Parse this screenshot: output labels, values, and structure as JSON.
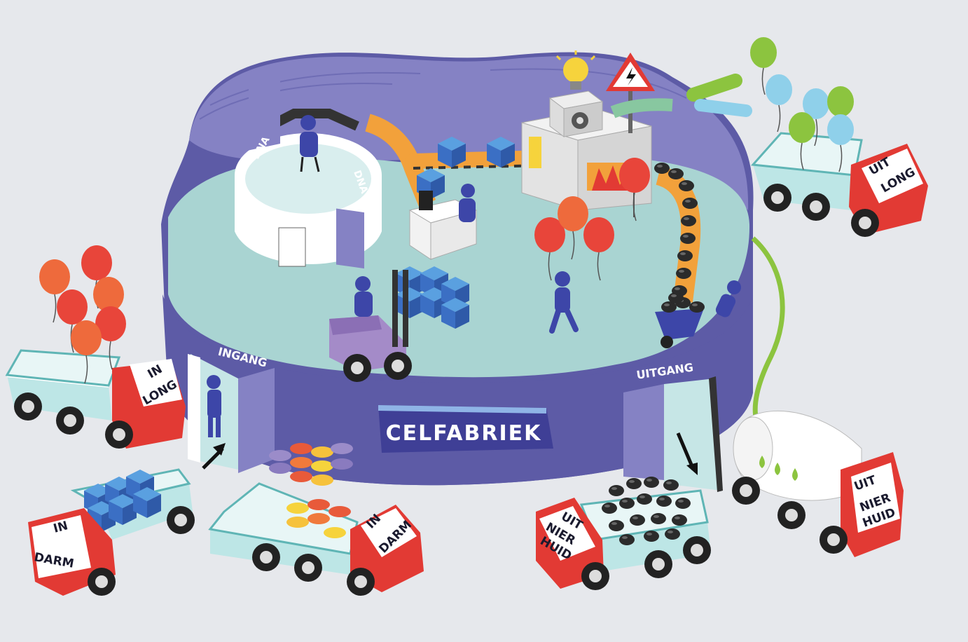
{
  "factory": {
    "name": "CELFABRIEK",
    "entrance_label": "INGANG",
    "exit_label": "UITGANG",
    "dna_label_left": "DNA",
    "dna_label_right": "DNA"
  },
  "trucks": [
    {
      "id": "in-long",
      "line1": "IN",
      "line2": "LONG",
      "cargo": "red balloons"
    },
    {
      "id": "in-darm-blocks",
      "line1": "IN",
      "line2": "DARM",
      "cargo": "blue blocks"
    },
    {
      "id": "in-darm-discs",
      "line1": "IN",
      "line2": "DARM",
      "cargo": "stacked discs"
    },
    {
      "id": "uit-long",
      "line1": "UIT",
      "line2": "LONG",
      "cargo": "green and blue balloons"
    },
    {
      "id": "uit-nier-huid-coal",
      "line1": "UIT",
      "line2": "NIER",
      "line3": "HUID",
      "cargo": "black lumps"
    },
    {
      "id": "uit-nier-huid-tank",
      "line1": "UIT",
      "line2": "NIER",
      "line3": "HUID",
      "cargo": "tank with drops"
    }
  ],
  "colors": {
    "background": "#e6e8ec",
    "wall": "#5d5ba6",
    "wall_top": "#8582c4",
    "floor": "#a9d4d2",
    "truck_red": "#e23a34",
    "truck_bed": "#bde6e6",
    "balloon_red": "#e8453a",
    "balloon_green": "#8cc43f",
    "balloon_blue": "#8fd0ea",
    "worker": "#3d46a8",
    "conveyor": "#f2a13b"
  }
}
